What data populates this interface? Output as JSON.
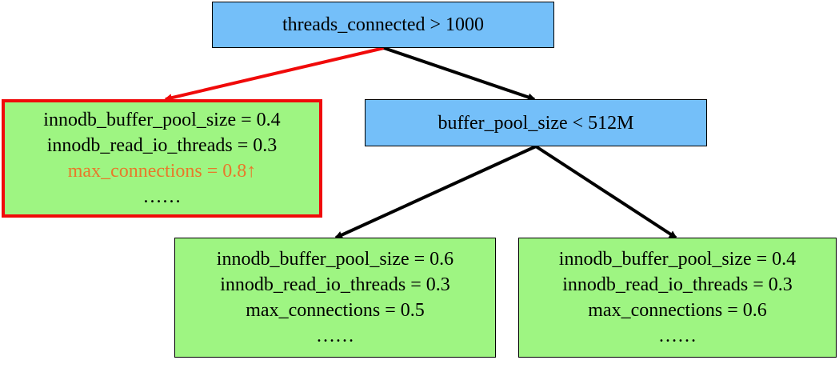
{
  "colors": {
    "condition_fill": "#74bff9",
    "leaf_fill": "#9ef582",
    "highlight_border": "#f00a0a",
    "highlight_edge": "#f00a0a",
    "highlight_text": "#e8782a",
    "edge": "#000000"
  },
  "root": {
    "label": "threads_connected > 1000"
  },
  "split": {
    "label": "buffer_pool_size < 512M"
  },
  "leaf_left": {
    "highlighted": true,
    "lines": [
      "innodb_buffer_pool_size = 0.4",
      "innodb_read_io_threads = 0.3",
      "max_connections = 0.8↑",
      "……"
    ]
  },
  "leaf_mid": {
    "lines": [
      "innodb_buffer_pool_size = 0.6",
      "innodb_read_io_threads = 0.3",
      "max_connections = 0.5",
      "……"
    ]
  },
  "leaf_right": {
    "lines": [
      "innodb_buffer_pool_size = 0.4",
      "innodb_read_io_threads = 0.3",
      "max_connections = 0.6",
      "……"
    ]
  }
}
